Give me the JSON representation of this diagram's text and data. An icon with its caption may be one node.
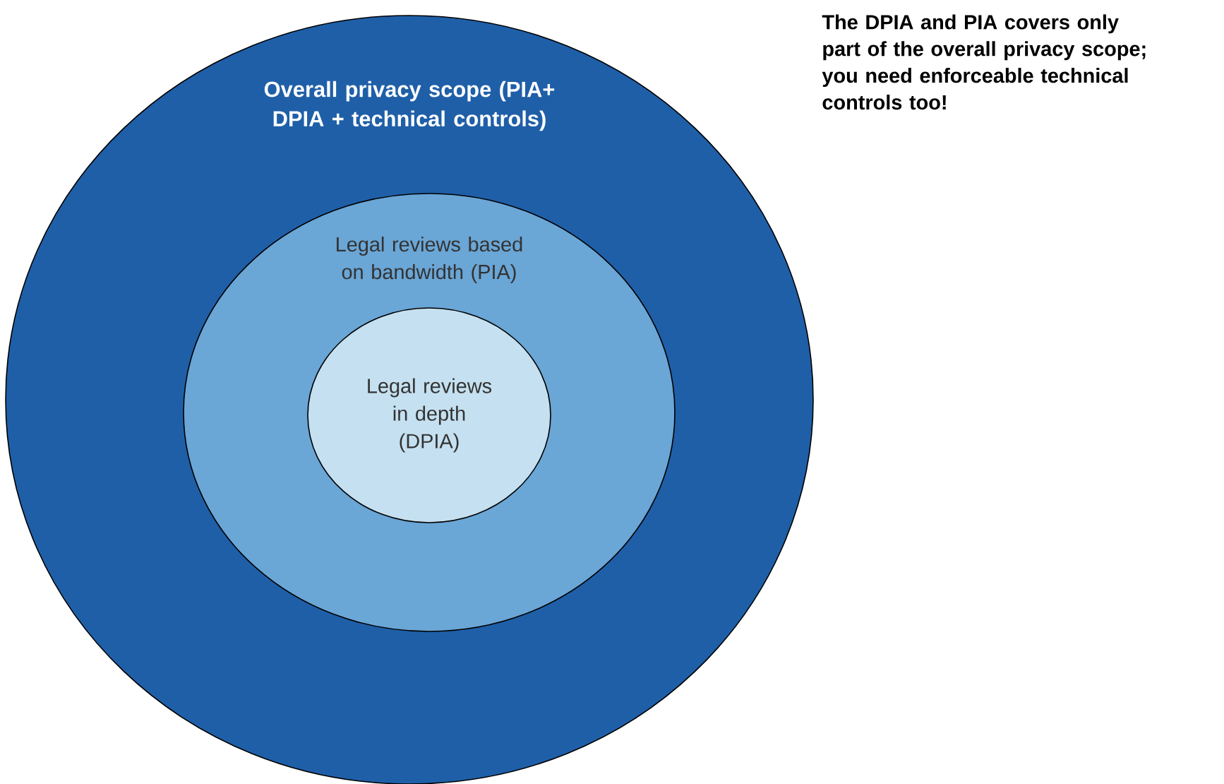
{
  "diagram": {
    "nodes": [
      {
        "text": [
          "Overall privacy scope (PIA+ DPIA + technical controls)"
        ]
      },
      {
        "text": [
          "Legal reviews based on bandwidth (PIA)"
        ],
        "in": 0
      },
      {
        "text": [
          "Legal reviews in depth (DPIA)"
        ],
        "in": 1
      }
    ],
    "labels": [
      "The DPIA and PIA covers only part of the overall privacy scope; you need enforceable technical controls too!"
    ]
  }
}
